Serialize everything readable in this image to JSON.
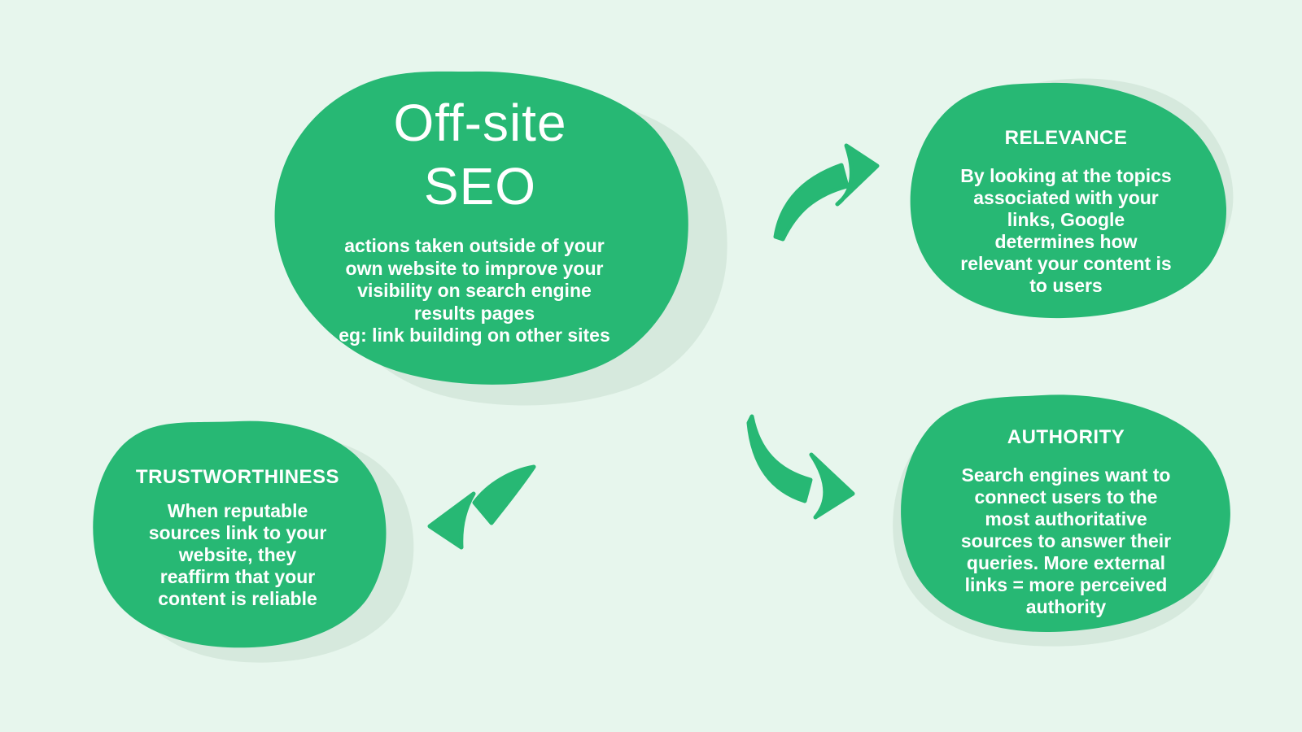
{
  "palette": {
    "background": "#e7f6ed",
    "blob": "#27b874",
    "blob_shadow": "#d6e9dd",
    "text": "#ffffff"
  },
  "diagram": {
    "center": {
      "title": "Off-site\nSEO",
      "description": "actions taken outside of your\nown website to improve your\nvisibility on search engine\nresults pages\neg: link building on other sites"
    },
    "nodes": [
      {
        "id": "relevance",
        "title": "RELEVANCE",
        "description": "By looking at the topics\nassociated with your\nlinks, Google\ndetermines how\nrelevant your content is\nto users"
      },
      {
        "id": "authority",
        "title": "AUTHORITY",
        "description": "Search engines want to\nconnect users to the\nmost authoritative\nsources to answer their\nqueries. More external\nlinks = more perceived\nauthority"
      },
      {
        "id": "trustworthiness",
        "title": "TRUSTWORTHINESS",
        "description": "When reputable\nsources link to your\nwebsite, they\nreaffirm that your\ncontent is reliable"
      }
    ],
    "arrows": [
      {
        "name": "arrow-to-relevance",
        "direction": "up-right"
      },
      {
        "name": "arrow-to-authority",
        "direction": "down-right"
      },
      {
        "name": "arrow-to-trustworthiness",
        "direction": "down-left"
      }
    ]
  }
}
